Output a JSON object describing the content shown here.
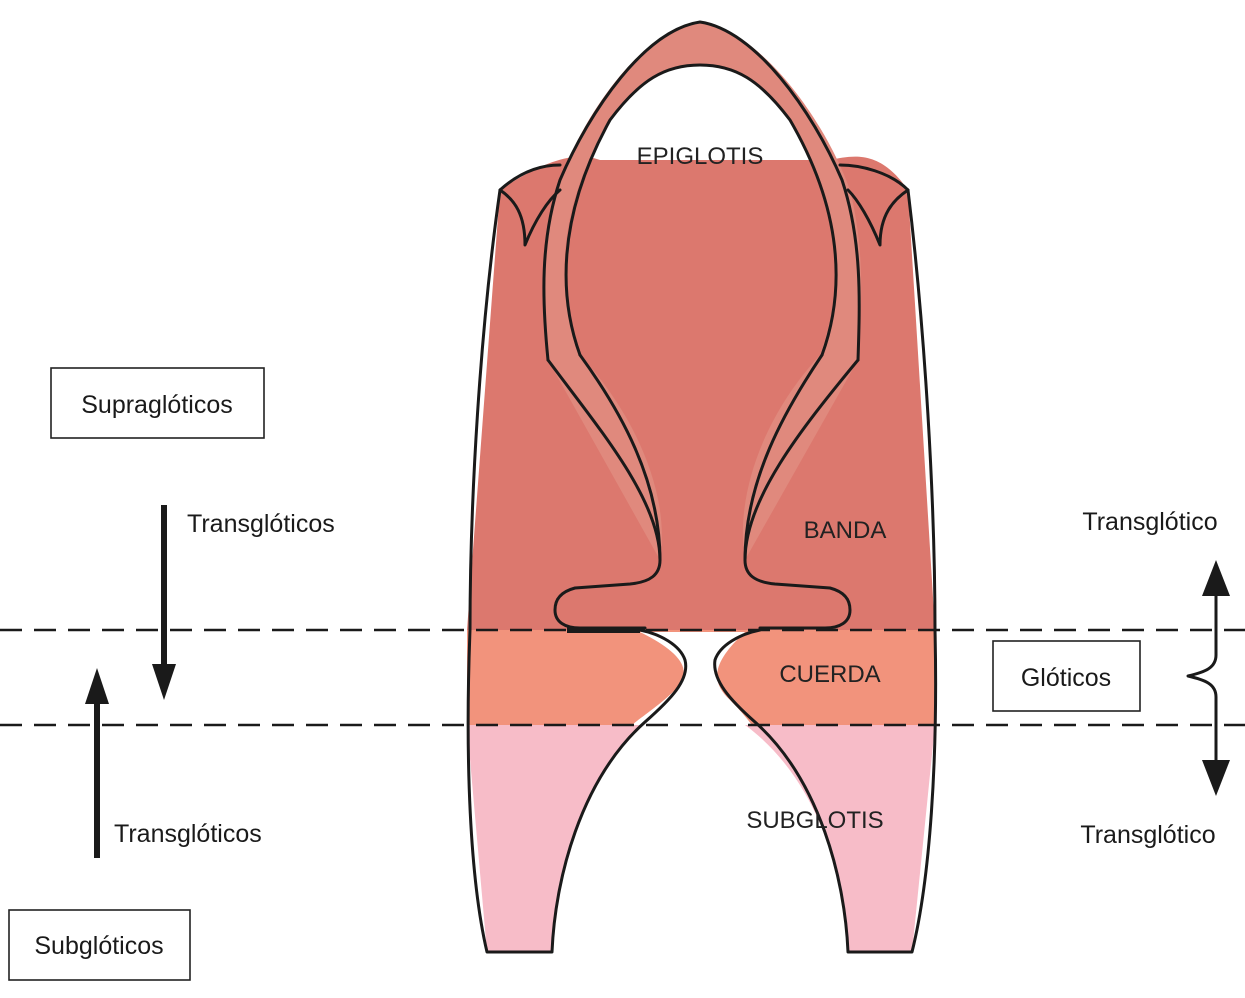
{
  "colors": {
    "supraglottis": "#dc786e",
    "epiglottis_rim": "#e0897d",
    "glottis": "#f2937c",
    "subglottis": "#f7bcc8",
    "line": "#1a1a1a"
  },
  "organ_labels": {
    "epiglottis": "EPIGLOTIS",
    "band": "BANDA",
    "cord": "CUERDA",
    "subglottis": "SUBGLOTIS"
  },
  "left": {
    "supraglottic_box": "Supraglóticos",
    "down_arrow_label": "Transglóticos",
    "up_arrow_label": "Transglóticos",
    "subglottic_box": "Subglóticos"
  },
  "right": {
    "top_label": "Transglótico",
    "glottic_box": "Glóticos",
    "bottom_label": "Transglótico"
  }
}
